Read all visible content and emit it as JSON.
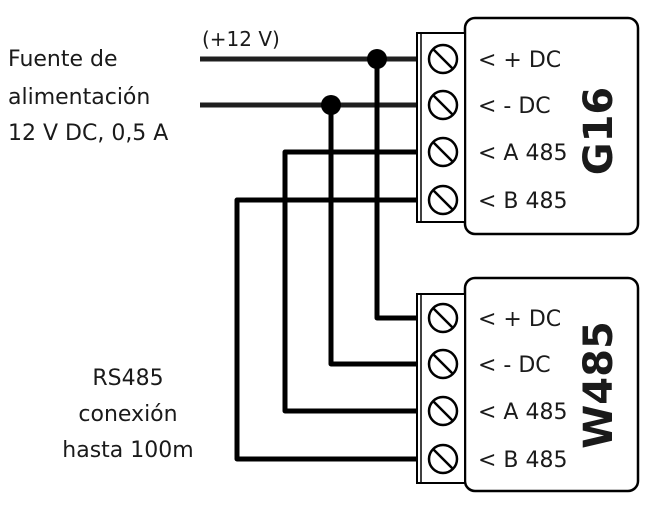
{
  "power_supply": {
    "label_lines": [
      "Fuente de",
      "alimentación",
      "12 V DC, 0,5 A"
    ],
    "voltage_label": "(+12 V)"
  },
  "rs485_note": {
    "lines": [
      "RS485",
      "conexión",
      "hasta 100m"
    ]
  },
  "devices": [
    {
      "name": "G16",
      "terminals": [
        "< + DC",
        "< - DC",
        "< A 485",
        "< B 485"
      ]
    },
    {
      "name": "W485",
      "terminals": [
        "< + DC",
        "< - DC",
        "< A 485",
        "< B 485"
      ]
    }
  ],
  "colors": {
    "wire": "#000000",
    "power_wire": "#1f1f1f",
    "outline": "#000000",
    "text": "#1a1a1a"
  }
}
